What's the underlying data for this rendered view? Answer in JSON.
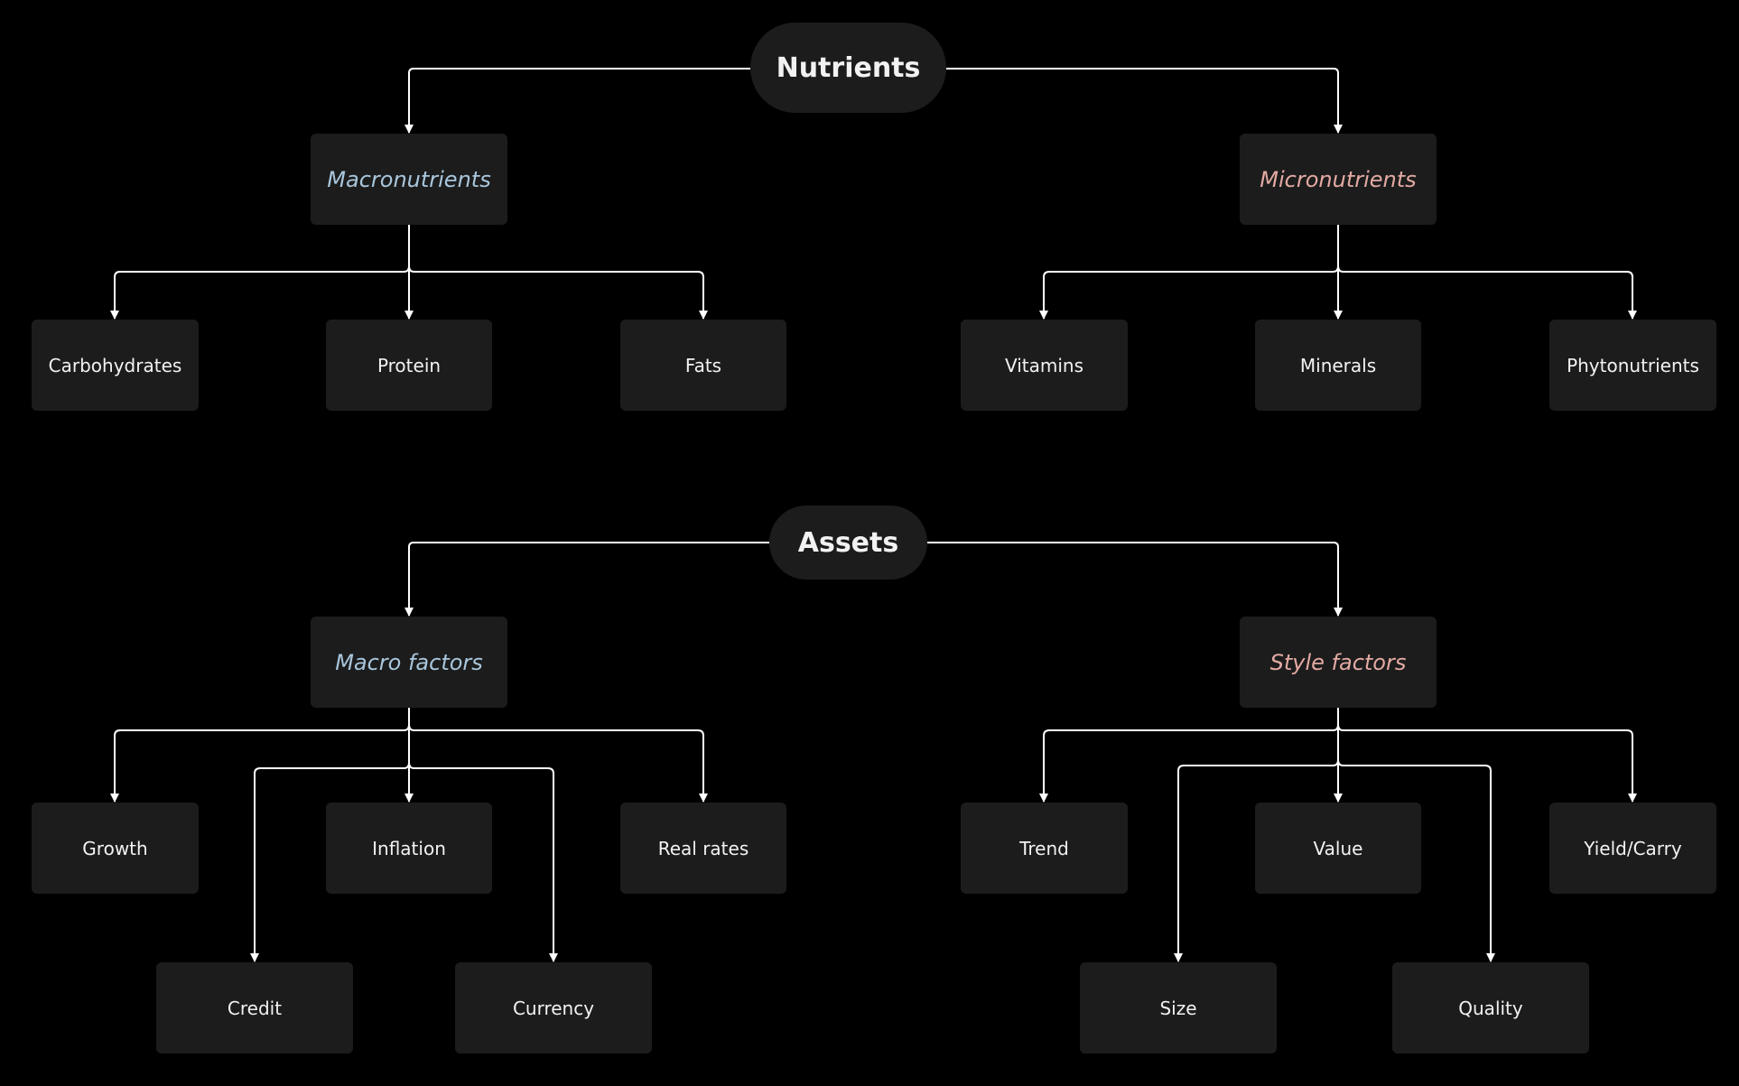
{
  "colors": {
    "background": "#000000",
    "box_fill": "#1c1c1c",
    "text": "#f2f2f2",
    "connector": "#ffffff",
    "blue_label": "#a9c6dc",
    "pink_label": "#e3aaa3"
  },
  "nutrients": {
    "title": "Nutrients",
    "macro": {
      "label": "Macronutrients",
      "items": [
        "Carbohydrates",
        "Protein",
        "Fats"
      ]
    },
    "micro": {
      "label": "Micronutrients",
      "items": [
        "Vitamins",
        "Minerals",
        "Phytonutrients"
      ]
    }
  },
  "assets": {
    "title": "Assets",
    "macro": {
      "label": "Macro factors",
      "items": [
        "Growth",
        "Inflation",
        "Real rates",
        "Credit",
        "Currency"
      ]
    },
    "style": {
      "label": "Style factors",
      "items": [
        "Trend",
        "Value",
        "Yield/Carry",
        "Size",
        "Quality"
      ]
    }
  }
}
